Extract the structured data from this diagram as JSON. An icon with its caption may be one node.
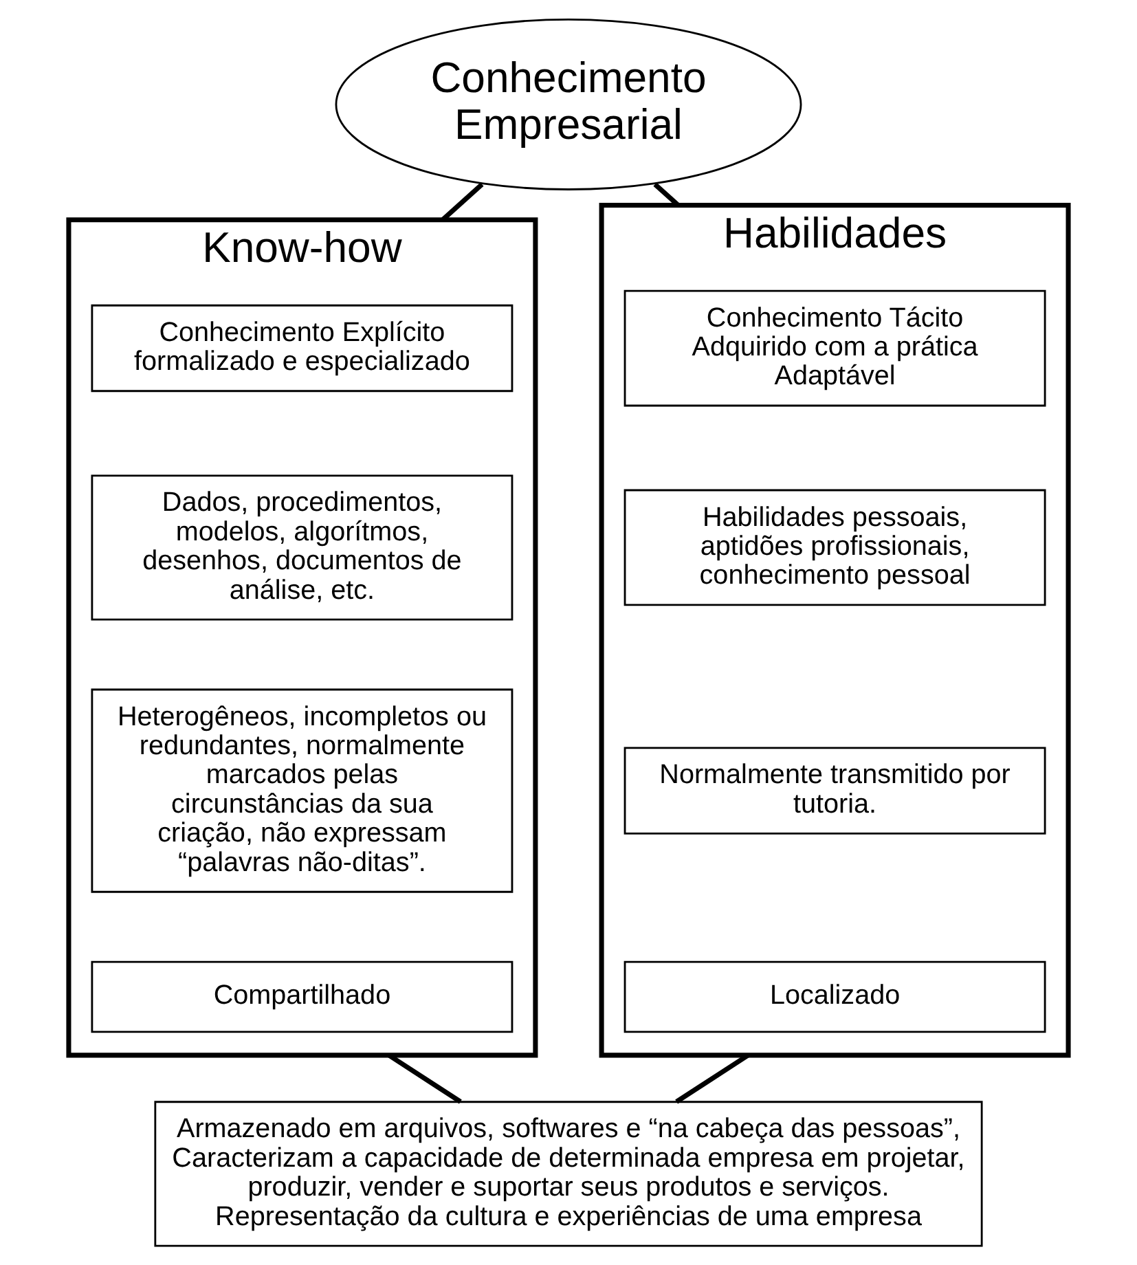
{
  "diagram": {
    "nodes": [
      {
        "text": [
          "Conhecimento Empresarial"
        ]
      },
      {
        "text": [
          "Know-how"
        ]
      },
      {
        "text": [
          "Conhecimento Explícito formalizado e especializado"
        ],
        "in": 1
      },
      {
        "text": [
          "Dados, procedimentos, modelos, algorítmos, desenhos, documentos de análise, etc."
        ],
        "in": 1
      },
      {
        "text": [
          "Heterogêneos, incompletos ou redundantes, normalmente marcados pelas circunstâncias da sua criação, não expressam “palavras não-ditas”."
        ],
        "in": 1
      },
      {
        "text": [
          "Compartilhado"
        ],
        "in": 1
      },
      {
        "text": [
          "Habilidades"
        ]
      },
      {
        "text": [
          "Conhecimento Tácito Adquirido com a prática Adaptável"
        ],
        "in": 6
      },
      {
        "text": [
          "Habilidades pessoais, aptidões profissionais, conhecimento pessoal"
        ],
        "in": 6
      },
      {
        "text": [
          "Normalmente transmitido por tutoria."
        ],
        "in": 6
      },
      {
        "text": [
          "Localizado"
        ],
        "in": 6
      },
      {
        "text": [
          "Armazenado em arquivos, softwares e “na cabeça das pessoas”, Caracterizam a capacidade de determinada empresa em projetar, produzir, vender e suportar seus produtos e serviços. Representação da cultura e experiências de uma empresa"
        ]
      }
    ],
    "edges": [
      {
        "from": 0,
        "to": 1,
        "arrow": "none"
      },
      {
        "from": 0,
        "to": 6,
        "arrow": "none"
      },
      {
        "from": 1,
        "to": 11,
        "arrow": "none"
      },
      {
        "from": 6,
        "to": 11,
        "arrow": "none"
      }
    ]
  }
}
